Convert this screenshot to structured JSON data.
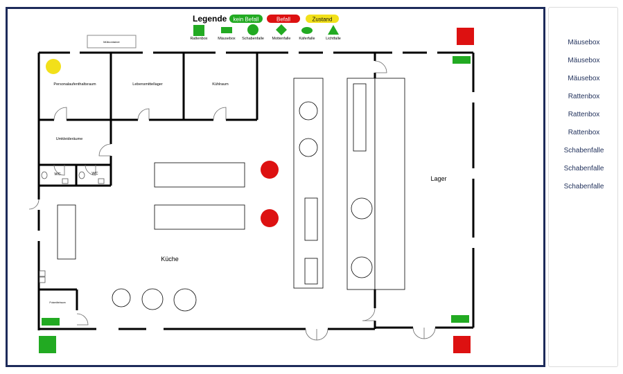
{
  "legend": {
    "title": "Legende",
    "status_labels": [
      {
        "label": "kein Befall",
        "color": "#22aa22",
        "text_color": "#ffffff"
      },
      {
        "label": "Befall",
        "color": "#dd1111",
        "text_color": "#ffffff"
      },
      {
        "label": "Zustand",
        "color": "#f2e01a",
        "text_color": "#111111"
      }
    ],
    "symbols": [
      {
        "label": "Rattenbox",
        "icon": "square-icon"
      },
      {
        "label": "Mäusebox",
        "icon": "rectangle-icon"
      },
      {
        "label": "Schabenfalle",
        "icon": "circle-icon"
      },
      {
        "label": "Mottenfalle",
        "icon": "diamond-icon"
      },
      {
        "label": "Käferfalle",
        "icon": "ellipse-icon"
      },
      {
        "label": "Lichtfalle",
        "icon": "triangle-icon"
      }
    ]
  },
  "rooms": {
    "personal": "Personalaufenthaltsraum",
    "lebensmittel": "Lebensmittellager",
    "kuehlraum": "Kühlraum",
    "umkleide": "Umkleideräume",
    "wc1": "WC",
    "wc2": "WC",
    "kueche": "Küche",
    "lager": "Lager",
    "putzraum": "Putzmittelraum",
    "top_box": "Müllcontainer"
  },
  "sidebar": {
    "items": [
      "Mäusebox",
      "Mäusebox",
      "Mäusebox",
      "Rattenbox",
      "Rattenbox",
      "Rattenbox",
      "Schabenfalle",
      "Schabenfalle",
      "Schabenfalle"
    ]
  },
  "colors": {
    "ok": "#22aa22",
    "infested": "#dd1111",
    "state": "#f2e01a",
    "frame": "#1d2b5a",
    "wall": "#000000"
  }
}
